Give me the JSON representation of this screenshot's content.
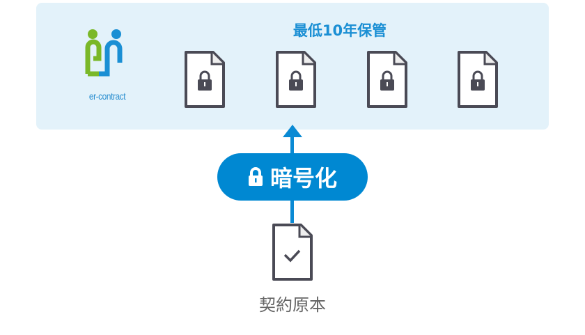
{
  "panel": {
    "title": "最低10年保管",
    "logo_text": "er-contract",
    "stored_documents": 4
  },
  "badge": {
    "label": "暗号化",
    "icon": "lock-icon"
  },
  "source": {
    "label": "契約原本",
    "icon": "document-check-icon"
  },
  "colors": {
    "accent": "#0088d2",
    "panel_bg": "#e3f2fa",
    "icon": "#4a4a55"
  }
}
